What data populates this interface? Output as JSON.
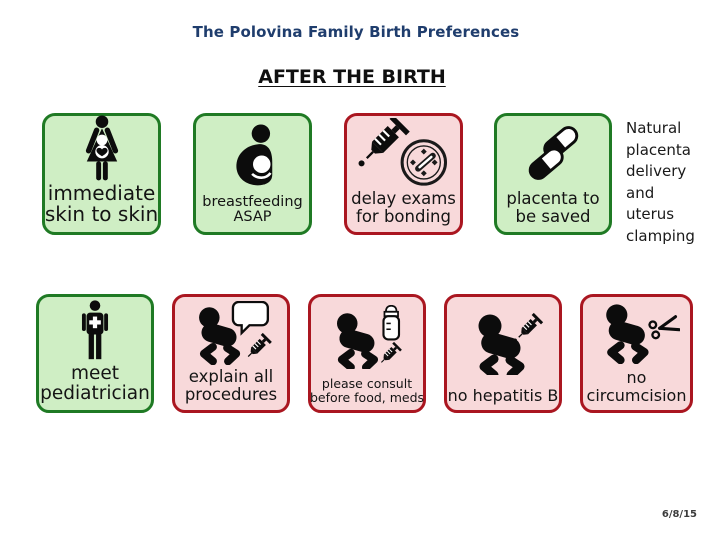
{
  "title": "The Polovina Family Birth Preferences",
  "subtitle": "AFTER THE BIRTH",
  "side_note": "Natural placenta delivery and uterus clamping",
  "footer_date": "6/8/15",
  "colors": {
    "title_blue": "#1f3d6d",
    "card_green_fill": "#cfeec4",
    "card_green_border": "#1f7a24",
    "card_red_fill": "#f8d9da",
    "card_red_border": "#aa1620",
    "text": "#141414"
  },
  "icons": {
    "pregnant-woman-icon": "woman silhouette holding baby skin to skin",
    "breastfeeding-icon": "mother nursing infant silhouette",
    "syringe-gauge-icon": "syringe with drop beside clock gauge",
    "pills-icon": "two half-filled capsules",
    "pediatrician-icon": "person silhouette with medical cross",
    "baby-speech-syringe-icon": "baby with speech bubble and syringe",
    "baby-bottle-syringe-icon": "baby with bottle and syringe",
    "baby-syringe-icon": "baby with syringe",
    "baby-scissors-icon": "baby with scissors"
  },
  "cards": {
    "skin_to_skin": {
      "status": "green",
      "lines": [
        "immediate",
        "skin to skin"
      ]
    },
    "breastfeeding": {
      "status": "green",
      "lines": [
        "breastfeeding",
        "ASAP"
      ]
    },
    "delay_exams": {
      "status": "red",
      "lines": [
        "delay exams",
        "for bonding"
      ]
    },
    "placenta": {
      "status": "green",
      "lines": [
        "placenta to",
        "be saved"
      ]
    },
    "pediatrician": {
      "status": "green",
      "lines": [
        "meet",
        "pediatrician"
      ]
    },
    "explain": {
      "status": "red",
      "lines": [
        "explain all",
        "procedures"
      ]
    },
    "consult": {
      "status": "red",
      "lines": [
        "please consult",
        "before food, meds"
      ]
    },
    "hepatitis": {
      "status": "red",
      "lines": [
        "no hepatitis B"
      ]
    },
    "circumcision": {
      "status": "red",
      "lines": [
        "no",
        "circumcision"
      ]
    }
  }
}
